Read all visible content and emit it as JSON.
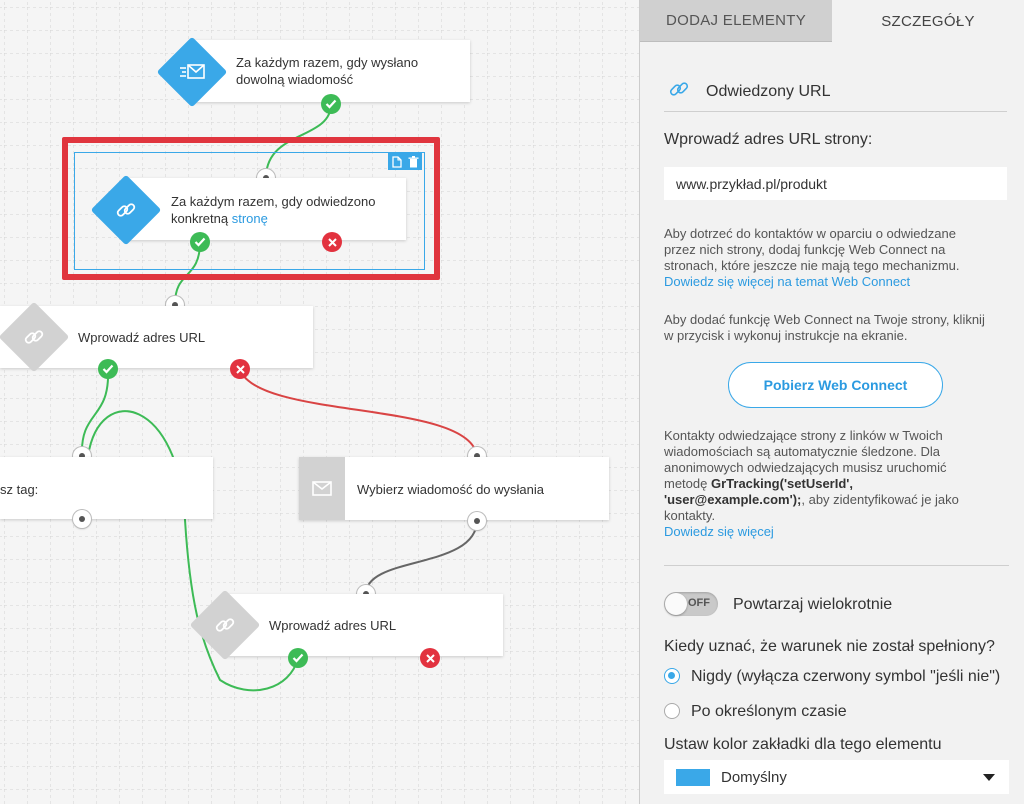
{
  "canvas": {
    "node1": {
      "text_l1": "Za każdym razem, gdy wysłano",
      "text_l2": "dowolną wiadomość"
    },
    "node2": {
      "text_l1": "Za każdym razem, gdy odwiedzono",
      "text_l2_pre": "konkretną ",
      "text_l2_link": "stronę"
    },
    "node3": {
      "text": "Wprowadź adres URL"
    },
    "node4": {
      "text": "sz tag:"
    },
    "node5": {
      "text": "Wybierz wiadomość do wysłania"
    },
    "node6": {
      "text": "Wprowadź adres URL"
    },
    "colors": {
      "accent": "#3aa8e8",
      "success": "#3dbb56",
      "danger": "#e2323f",
      "highlight": "#e0353e"
    }
  },
  "panel": {
    "tabs": [
      {
        "label": "DODAJ ELEMENTY"
      },
      {
        "label": "SZCZEGÓŁY"
      }
    ],
    "title": "Odwiedzony URL",
    "url_label": "Wprowadź adres URL strony:",
    "url_value": "www.przykład.pl/produkt",
    "info1_l1": "Aby dotrzeć do kontaktów w oparciu o odwiedzane",
    "info1_l2": "przez nich strony, dodaj funkcję Web Connect na",
    "info1_l3": "stronach, które jeszcze nie mają tego mechanizmu.",
    "info1_link": "Dowiedz się więcej na temat Web Connect",
    "info2_l1": "Aby dodać funkcję Web Connect na Twoje strony, kliknij",
    "info2_l2": "w przycisk i wykonuj instrukcje na ekranie.",
    "download_button": "Pobierz Web Connect",
    "info3_l1": "Kontakty odwiedzające strony z linków w Twoich",
    "info3_l2": "wiadomościach są automatycznie śledzone. Dla",
    "info3_l3": "anonimowych odwiedzających musisz uruchomić",
    "info3_l4_pre": "metodę ",
    "info3_code1": "GrTracking('setUserId',",
    "info3_code2": "'user@example.com');",
    "info3_l5_post": ", aby zidentyfikować je jako",
    "info3_l6": "kontakty.",
    "info3_link": "Dowiedz się więcej",
    "toggle_state": "OFF",
    "repeat_label": "Powtarzaj wielokrotnie",
    "condition_question": "Kiedy uznać, że warunek nie został spełniony?",
    "radio_never": "Nigdy (wyłącza czerwony symbol \"jeśli nie\")",
    "radio_after": "Po określonym czasie",
    "color_label": "Ustaw kolor zakładki dla tego elementu",
    "color_value": "Domyślny",
    "selected_radio": "never"
  }
}
